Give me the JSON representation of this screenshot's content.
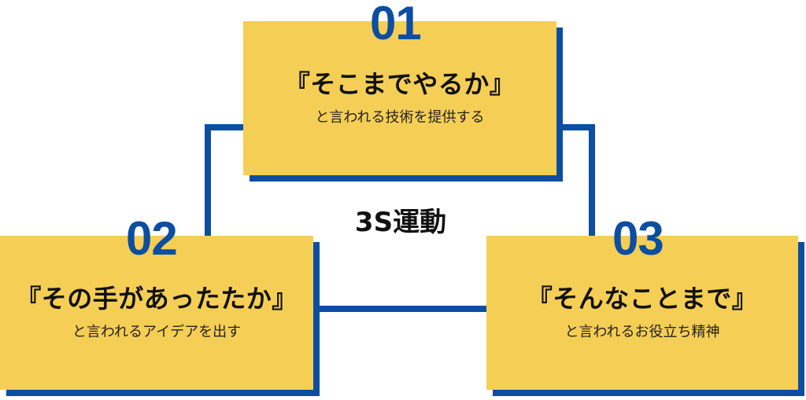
{
  "center_label": "3S運動",
  "colors": {
    "box_fill": "#f5ce55",
    "accent_blue": "#0b4ea2",
    "text": "#111111"
  },
  "items": [
    {
      "number": "01",
      "headline": "『そこまでやるか』",
      "subline": "と言われる技術を提供する"
    },
    {
      "number": "02",
      "headline": "『その手があったたか』",
      "subline": "と言われるアイデアを出す"
    },
    {
      "number": "03",
      "headline": "『そんなことまで』",
      "subline": "と言われるお役立ち精神"
    }
  ]
}
